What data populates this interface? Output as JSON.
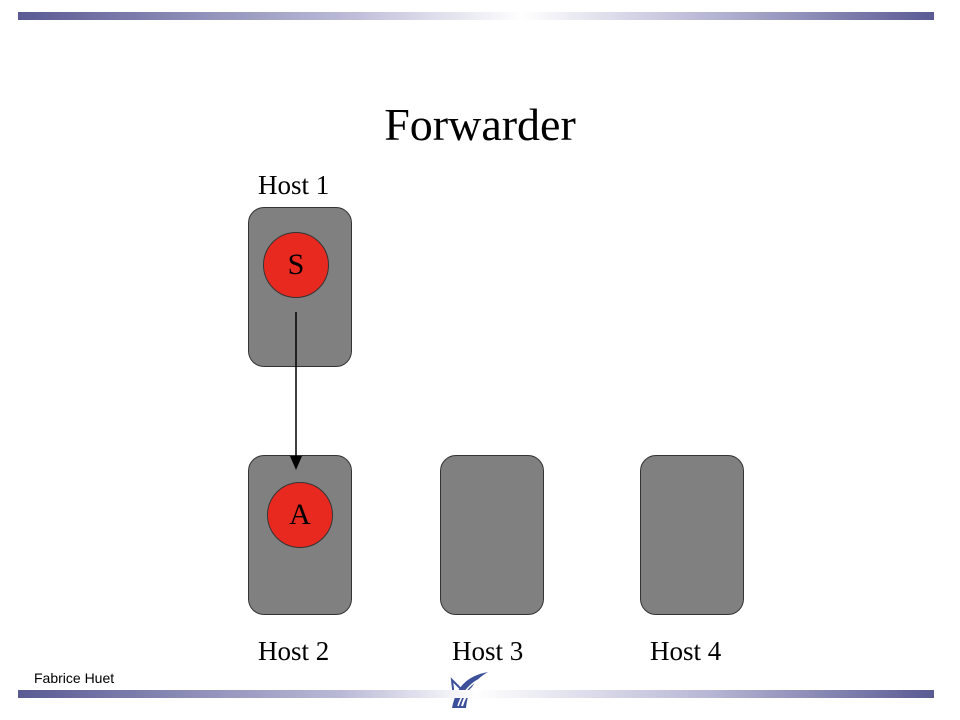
{
  "title": "Forwarder",
  "hosts": [
    {
      "label": "Host 1",
      "node": "S"
    },
    {
      "label": "Host 2",
      "node": "A"
    },
    {
      "label": "Host 3"
    },
    {
      "label": "Host 4"
    }
  ],
  "edges": [
    {
      "from": "S",
      "to": "A"
    }
  ],
  "footer": {
    "author": "Fabrice Huet"
  },
  "colors": {
    "host_fill": "#808080",
    "node_fill": "#e8291f",
    "accent_bar": "#5a5a94"
  }
}
